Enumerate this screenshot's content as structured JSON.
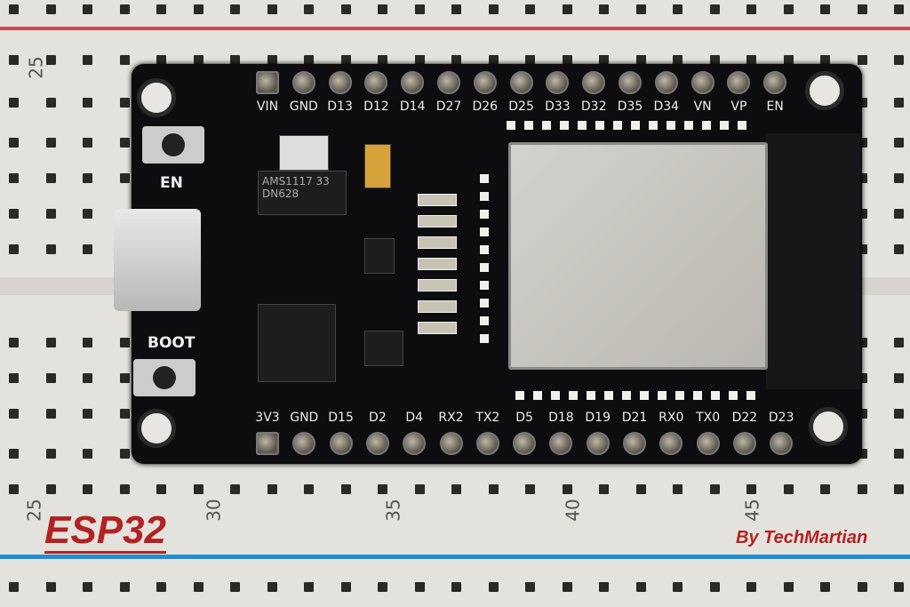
{
  "board": {
    "top_pins": [
      "VIN",
      "GND",
      "D13",
      "D12",
      "D14",
      "D27",
      "D26",
      "D25",
      "D33",
      "D32",
      "D35",
      "D34",
      "VN",
      "VP",
      "EN"
    ],
    "bottom_pins": [
      "3V3",
      "GND",
      "D15",
      "D2",
      "D4",
      "RX2",
      "TX2",
      "D5",
      "D18",
      "D19",
      "D21",
      "RX0",
      "TX0",
      "D22",
      "D23"
    ],
    "en_label": "EN",
    "boot_label": "BOOT",
    "regulator_text": "AMS1117 33 DN628"
  },
  "breadboard": {
    "top_number": "25",
    "column_numbers": [
      "25",
      "30",
      "35",
      "40",
      "45"
    ]
  },
  "overlay": {
    "title": "ESP32",
    "credit": "By TechMartian"
  },
  "colors": {
    "rail_red": "#c9484f",
    "rail_blue": "#1f8fd0",
    "board": "#0d0d0f",
    "text_red": "#b22222"
  }
}
